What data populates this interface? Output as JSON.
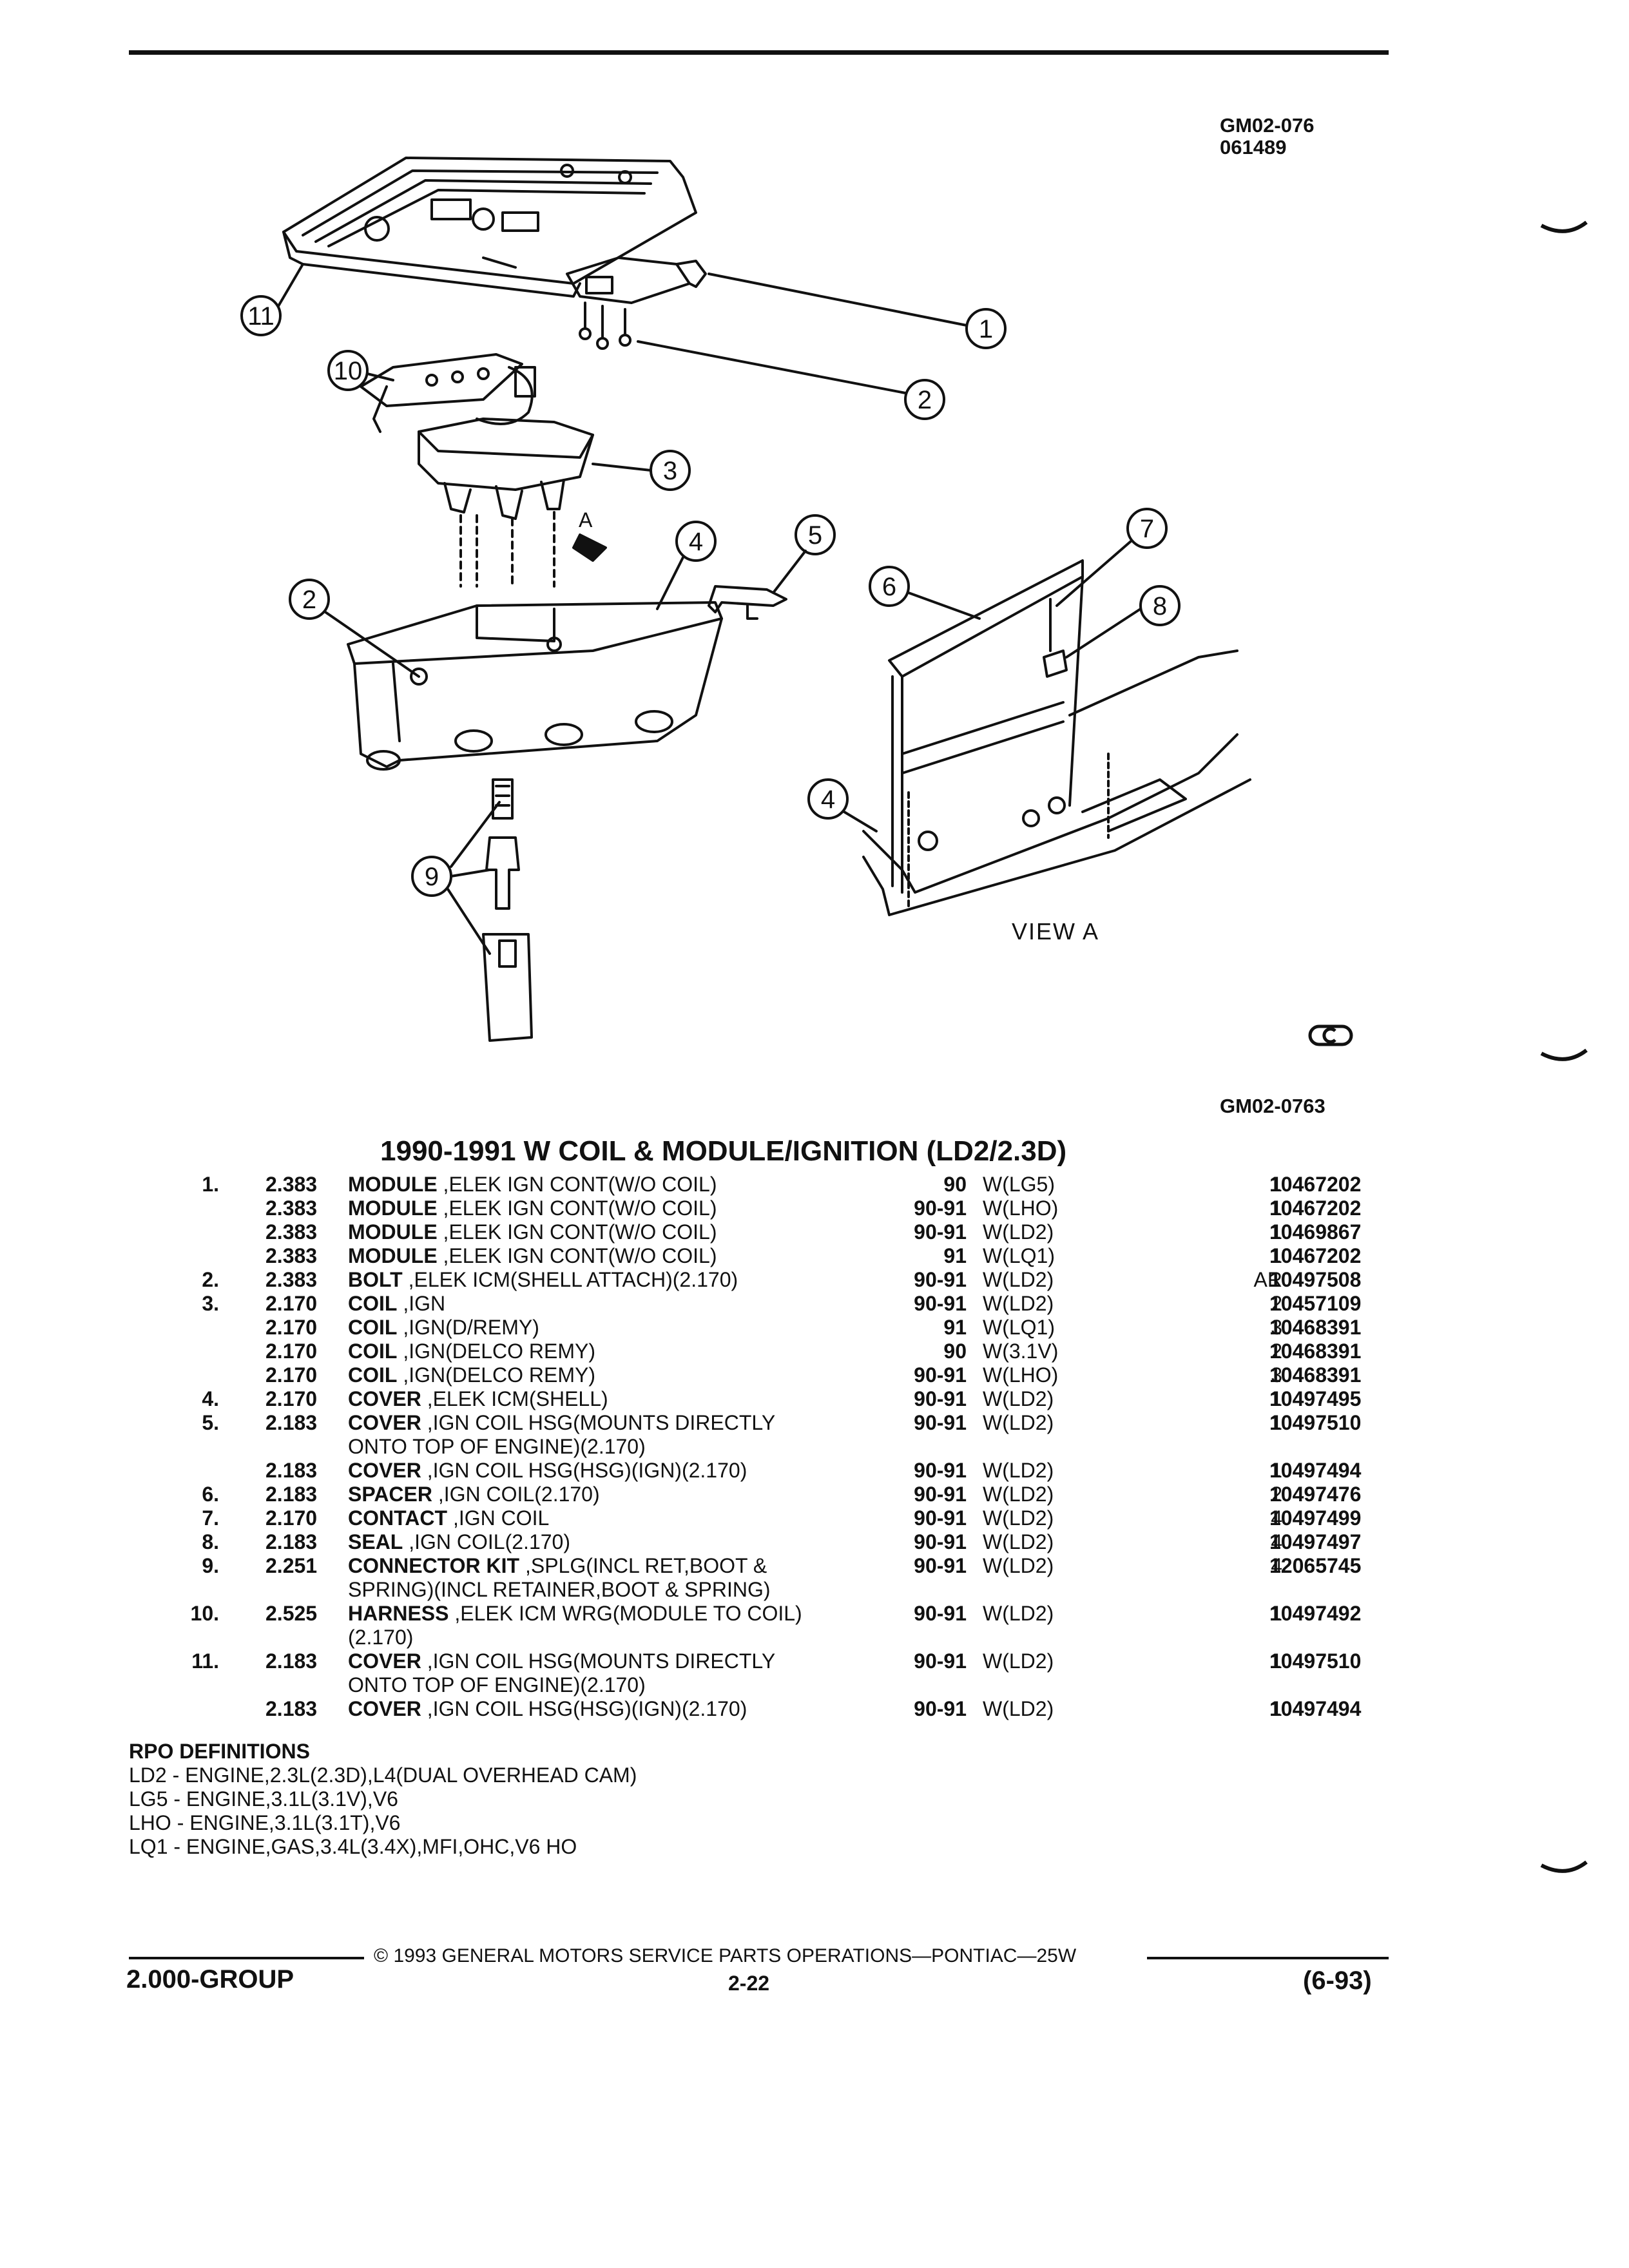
{
  "header": {
    "ref_code_1": "GM02-076",
    "ref_code_2": "061489"
  },
  "diagram": {
    "callouts": [
      "1",
      "2",
      "3",
      "4",
      "5",
      "6",
      "7",
      "8",
      "9",
      "10",
      "11"
    ],
    "view_label": "VIEW  A",
    "arrow_label": "A",
    "ref_code": "GM02-0763"
  },
  "section": {
    "title": "1990-1991 W COIL & MODULE/IGNITION (LD2/2.3D)"
  },
  "parts": [
    {
      "item": "1.",
      "group": "2.383",
      "name": "MODULE",
      "desc": ",ELEK IGN CONT(W/O COIL)",
      "year": "90",
      "rpo": "W(LG5)",
      "qty": "1",
      "part": "10467202"
    },
    {
      "item": "",
      "group": "2.383",
      "name": "MODULE",
      "desc": ",ELEK IGN CONT(W/O COIL)",
      "year": "90-91",
      "rpo": "W(LHO)",
      "qty": "1",
      "part": "10467202"
    },
    {
      "item": "",
      "group": "2.383",
      "name": "MODULE",
      "desc": ",ELEK IGN CONT(W/O COIL)",
      "year": "90-91",
      "rpo": "W(LD2)",
      "qty": "1",
      "part": "10469867"
    },
    {
      "item": "",
      "group": "2.383",
      "name": "MODULE",
      "desc": ",ELEK IGN CONT(W/O COIL)",
      "year": "91",
      "rpo": "W(LQ1)",
      "qty": "1",
      "part": "10467202"
    },
    {
      "item": "2.",
      "group": "2.383",
      "name": "BOLT",
      "desc": ",ELEK ICM(SHELL ATTACH)(2.170)",
      "year": "90-91",
      "rpo": "W(LD2)",
      "qty": "AR",
      "part": "10497508"
    },
    {
      "item": "3.",
      "group": "2.170",
      "name": "COIL",
      "desc": ",IGN",
      "year": "90-91",
      "rpo": "W(LD2)",
      "qty": "2",
      "part": "10457109"
    },
    {
      "item": "",
      "group": "2.170",
      "name": "COIL",
      "desc": ",IGN(D/REMY)",
      "year": "91",
      "rpo": "W(LQ1)",
      "qty": "3",
      "part": "10468391"
    },
    {
      "item": "",
      "group": "2.170",
      "name": "COIL",
      "desc": ",IGN(DELCO REMY)",
      "year": "90",
      "rpo": "W(3.1V)",
      "qty": "2",
      "part": "10468391"
    },
    {
      "item": "",
      "group": "2.170",
      "name": "COIL",
      "desc": ",IGN(DELCO REMY)",
      "year": "90-91",
      "rpo": "W(LHO)",
      "qty": "3",
      "part": "10468391"
    },
    {
      "item": "4.",
      "group": "2.170",
      "name": "COVER",
      "desc": ",ELEK ICM(SHELL)",
      "year": "90-91",
      "rpo": "W(LD2)",
      "qty": "1",
      "part": "10497495"
    },
    {
      "item": "5.",
      "group": "2.183",
      "name": "COVER",
      "desc": ",IGN COIL HSG(MOUNTS DIRECTLY",
      "cont": "ONTO TOP OF ENGINE)(2.170)",
      "year": "90-91",
      "rpo": "W(LD2)",
      "qty": "1",
      "part": "10497510"
    },
    {
      "item": "",
      "group": "2.183",
      "name": "COVER",
      "desc": ",IGN COIL HSG(HSG)(IGN)(2.170)",
      "year": "90-91",
      "rpo": "W(LD2)",
      "qty": "1",
      "part": "10497494"
    },
    {
      "item": "6.",
      "group": "2.183",
      "name": "SPACER",
      "desc": ",IGN COIL(2.170)",
      "year": "90-91",
      "rpo": "W(LD2)",
      "qty": "2",
      "part": "10497476"
    },
    {
      "item": "7.",
      "group": "2.170",
      "name": "CONTACT",
      "desc": ",IGN COIL",
      "year": "90-91",
      "rpo": "W(LD2)",
      "qty": "4",
      "part": "10497499"
    },
    {
      "item": "8.",
      "group": "2.183",
      "name": "SEAL",
      "desc": ",IGN COIL(2.170)",
      "year": "90-91",
      "rpo": "W(LD2)",
      "qty": "4",
      "part": "10497497"
    },
    {
      "item": "9.",
      "group": "2.251",
      "name": "CONNECTOR KIT",
      "desc": ",SPLG(INCL RET,BOOT &",
      "cont": "SPRING)(INCL RETAINER,BOOT & SPRING)",
      "year": "90-91",
      "rpo": "W(LD2)",
      "qty": "4",
      "part": "12065745"
    },
    {
      "item": "10.",
      "group": "2.525",
      "name": "HARNESS",
      "desc": ",ELEK ICM WRG(MODULE TO COIL)",
      "cont": "(2.170)",
      "year": "90-91",
      "rpo": "W(LD2)",
      "qty": "1",
      "part": "10497492"
    },
    {
      "item": "11.",
      "group": "2.183",
      "name": "COVER",
      "desc": ",IGN COIL HSG(MOUNTS DIRECTLY",
      "cont": "ONTO TOP OF ENGINE)(2.170)",
      "year": "90-91",
      "rpo": "W(LD2)",
      "qty": "1",
      "part": "10497510"
    },
    {
      "item": "",
      "group": "2.183",
      "name": "COVER",
      "desc": ",IGN COIL HSG(HSG)(IGN)(2.170)",
      "year": "90-91",
      "rpo": "W(LD2)",
      "qty": "1",
      "part": "10497494"
    }
  ],
  "rpo_definitions": {
    "header": "RPO DEFINITIONS",
    "items": [
      "LD2 - ENGINE,2.3L(2.3D),L4(DUAL OVERHEAD CAM)",
      "LG5 - ENGINE,3.1L(3.1V),V6",
      "LHO - ENGINE,3.1L(3.1T),V6",
      "LQ1 - ENGINE,GAS,3.4L(3.4X),MFI,OHC,V6 HO"
    ]
  },
  "footer": {
    "copyright": "© 1993 GENERAL MOTORS SERVICE PARTS OPERATIONS—PONTIAC—25W",
    "group": "2.000-GROUP",
    "page": "2-22",
    "date": "(6-93)"
  }
}
